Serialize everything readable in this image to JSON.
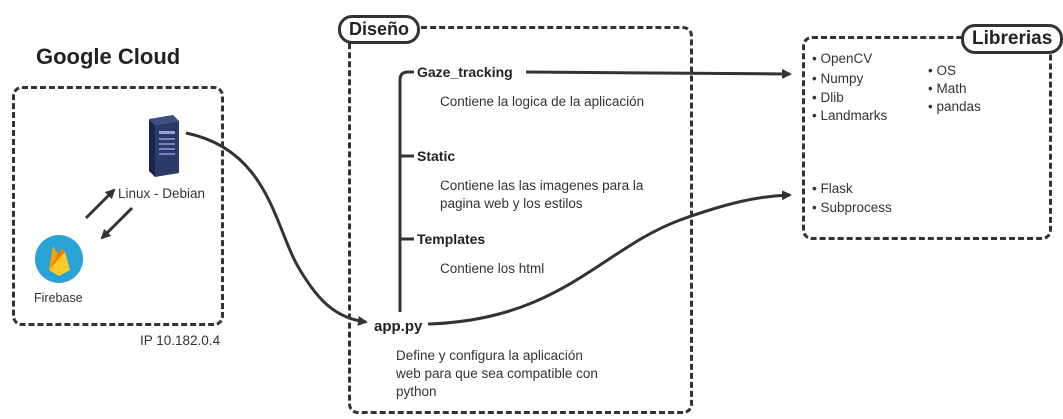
{
  "google_cloud": {
    "title": "Google Cloud",
    "server_label": "Linux - Debian",
    "firebase_label": "Firebase",
    "ip": "IP 10.182.0.4"
  },
  "diseno": {
    "title": "Diseño",
    "gaze_tracking": "Gaze_tracking",
    "gaze_desc": "Contiene la logica de la aplicación",
    "static": "Static",
    "static_desc_1": "Contiene las las imagenes para la",
    "static_desc_2": "pagina web y los estilos",
    "templates": "Templates",
    "templates_desc": "Contiene los html",
    "app": "app.py",
    "app_desc_1": "Define y configura la aplicación",
    "app_desc_2": "web para que sea compatible con",
    "app_desc_3": "python"
  },
  "librerias": {
    "title": "Librerias",
    "col1": [
      "OpenCV",
      "Numpy",
      "Dlib",
      "Landmarks"
    ],
    "col2": [
      "OS",
      "Math",
      "pandas"
    ],
    "col3": [
      "Flask",
      "Subprocess"
    ]
  },
  "colors": {
    "line": "#333333",
    "server": "#2b3a67",
    "firebase_bg": "#29a3d6",
    "firebase_flame": "#ffca28"
  }
}
